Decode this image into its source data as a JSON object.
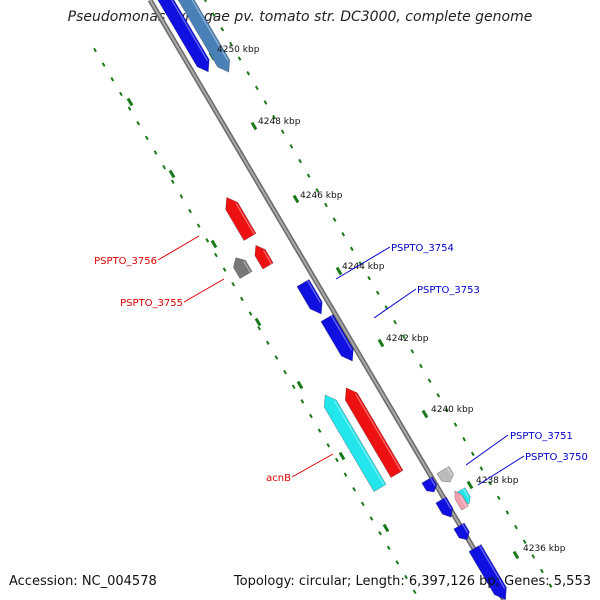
{
  "header": {
    "title": "Pseudomonas syringae pv. tomato str. DC3000, complete genome"
  },
  "footer": {
    "accession": "Accession: NC_004578",
    "topology": "Topology: circular; Length: 6,397,126 bp; Genes: 5,553"
  },
  "colors": {
    "forward_gene": "#1010e0",
    "forward_gene_alt": "#4a80b8",
    "reverse_gene": "#ee1111",
    "reverse_gene_alt": "#777777",
    "cyan_gene": "#22e6ec",
    "backbone": "#8c8c8c",
    "tick": "#1a7a1a",
    "label_forward": "#0000cc",
    "label_reverse": "#dd0000"
  },
  "scale_ticks": [
    {
      "label": "4250 kbp"
    },
    {
      "label": "4248 kbp"
    },
    {
      "label": "4246 kbp"
    },
    {
      "label": "4244 kbp"
    },
    {
      "label": "4242 kbp"
    },
    {
      "label": "4240 kbp"
    },
    {
      "label": "4238 kbp"
    },
    {
      "label": "4236 kbp"
    }
  ],
  "gene_labels": [
    {
      "text": "PSPTO_3754",
      "strand": "forward"
    },
    {
      "text": "PSPTO_3753",
      "strand": "forward"
    },
    {
      "text": "PSPTO_3751",
      "strand": "forward"
    },
    {
      "text": "PSPTO_3750",
      "strand": "forward"
    },
    {
      "text": "PSPTO_3756",
      "strand": "reverse"
    },
    {
      "text": "PSPTO_3755",
      "strand": "reverse"
    },
    {
      "text": "acnB",
      "strand": "reverse"
    }
  ]
}
